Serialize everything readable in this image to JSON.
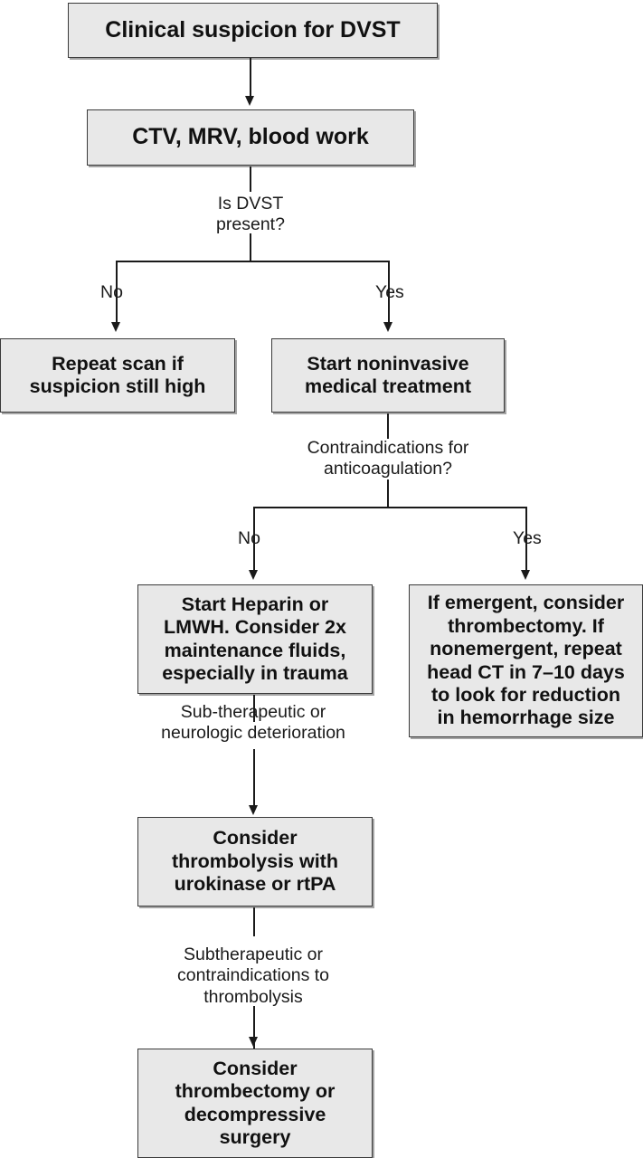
{
  "diagram": {
    "title": "DVST management algorithm flowchart",
    "colors": {
      "node_fill": "#e8e8e8",
      "node_border": "#3a3a3a",
      "connector": "#1a1a1a",
      "background": "#ffffff",
      "text": "#111111"
    },
    "nodes": [
      {
        "id": "clinical-suspicion",
        "label": "Clinical suspicion for DVST"
      },
      {
        "id": "imaging-workup",
        "label": "CTV, MRV, blood work"
      },
      {
        "id": "repeat-scan",
        "label": "Repeat scan if\nsuspicion still high"
      },
      {
        "id": "start-medical",
        "label": "Start noninvasive\nmedical treatment"
      },
      {
        "id": "start-heparin",
        "label": "Start Heparin or\nLMWH. Consider 2x\nmaintenance fluids,\nespecially in trauma"
      },
      {
        "id": "emergent-thrombectomy",
        "label": "If emergent, consider\nthrombectomy. If\nnonemergent, repeat\nhead CT in 7–10 days\nto look for reduction\nin hemorrhage size"
      },
      {
        "id": "consider-thrombolysis",
        "label": "Consider\nthrombolysis with\nurokinase or rtPA"
      },
      {
        "id": "consider-surgery",
        "label": "Consider\nthrombectomy or\ndecompressive\nsurgery"
      }
    ],
    "decisions": [
      {
        "id": "dvst-present",
        "question": "Is DVST\npresent?",
        "no": "No",
        "yes": "Yes"
      },
      {
        "id": "contraindications",
        "question": "Contraindications for\nanticoagulation?",
        "no": "No",
        "yes": "Yes"
      }
    ],
    "edge_labels": [
      {
        "id": "subtherapeutic-neuro",
        "label": "Sub-therapeutic or\nneurologic deterioration"
      },
      {
        "id": "subtherapeutic-contraindic",
        "label": "Subtherapeutic or\ncontraindications to\nthrombolysis"
      }
    ]
  }
}
